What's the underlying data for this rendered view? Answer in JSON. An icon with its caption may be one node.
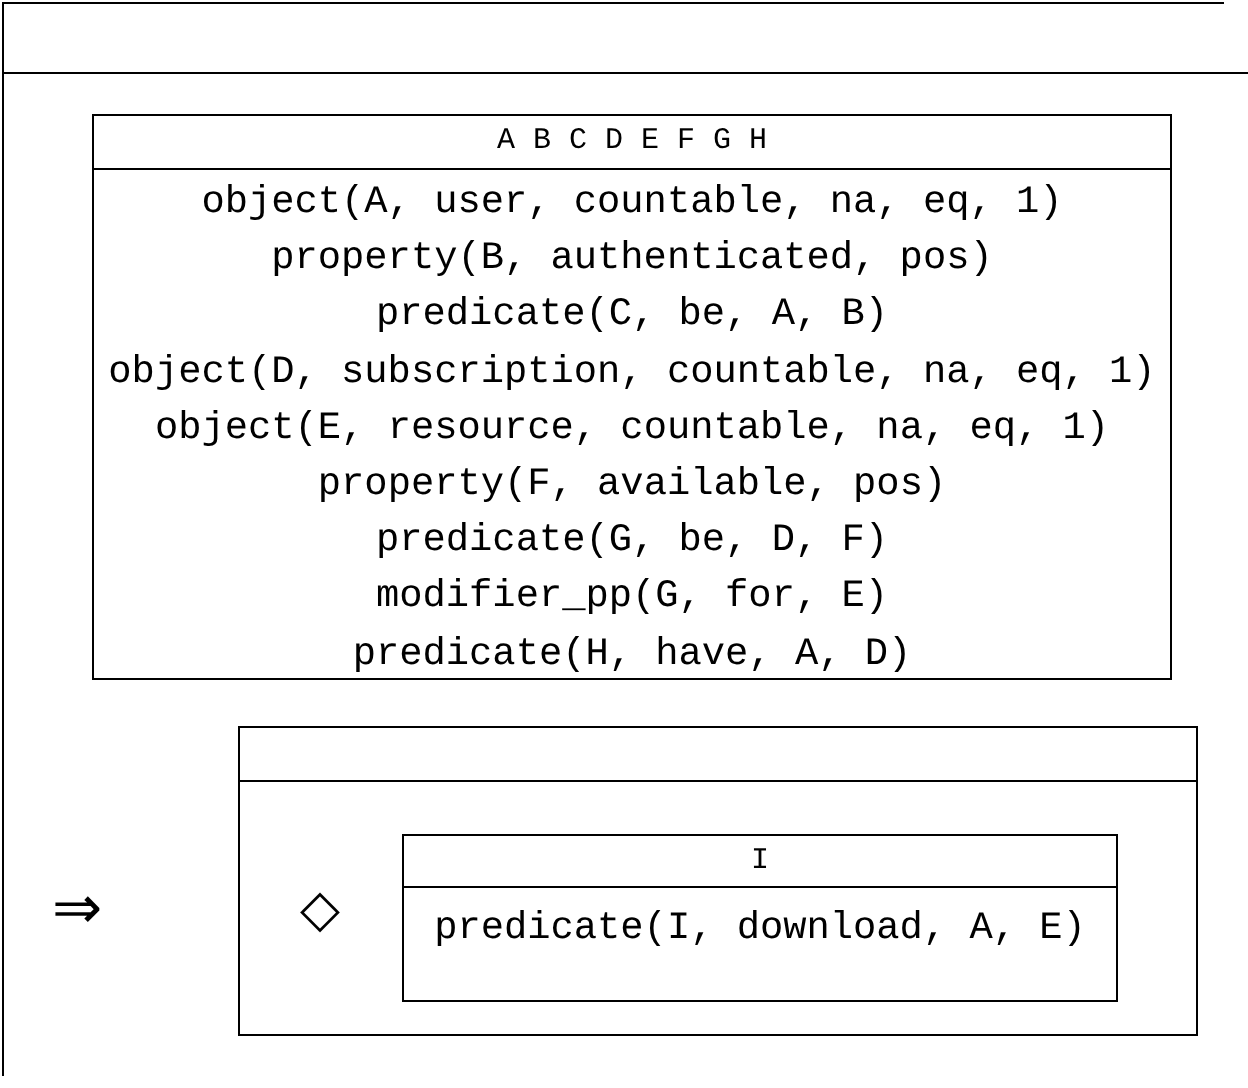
{
  "diagram": {
    "nodes": [
      {
        "text": [],
        "shape": "box"
      },
      {
        "text": [
          "A B C D E F G H",
          "object(A, user, countable, na, eq, 1)",
          "property(B, authenticated, pos)",
          "predicate(C, be, A, B)",
          "object(D, subscription, countable, na, eq, 1)",
          "object(E, resource, countable, na, eq, 1)",
          "property(F, available, pos)",
          "predicate(G, be, D, F)",
          "modifier_pp(G, for, E)",
          "predicate(H, have, A, D)"
        ],
        "in": 0
      },
      {
        "text": [],
        "shape": "box",
        "in": 0
      },
      {
        "text": [
          "I",
          "predicate(I, download, A, E)"
        ],
        "in": 2
      }
    ],
    "labels": [
      "⇒",
      "◇"
    ]
  }
}
